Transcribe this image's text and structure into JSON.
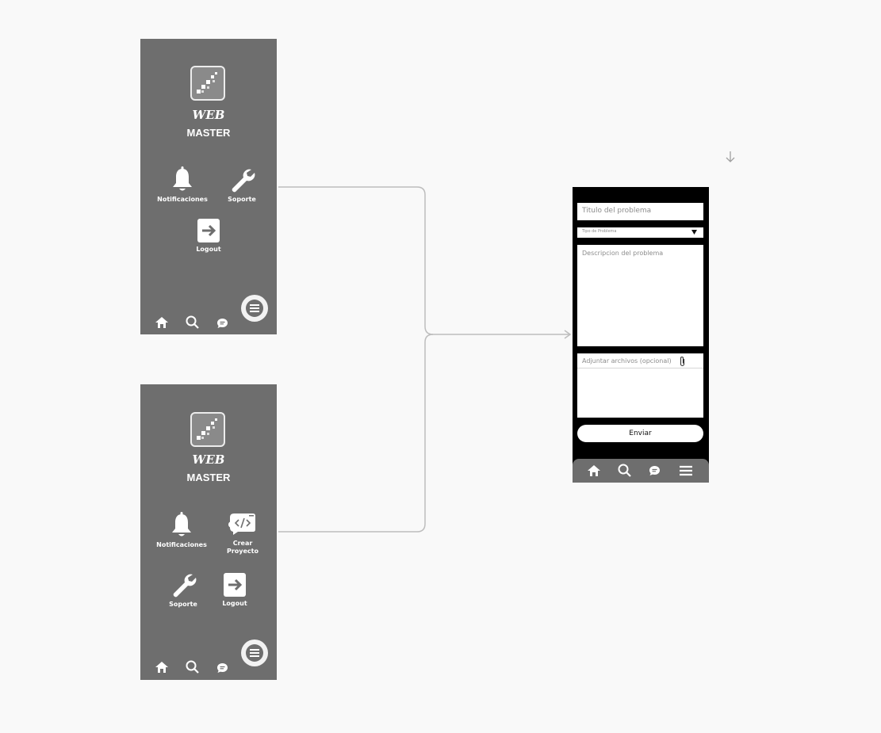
{
  "phone_a": {
    "logo_word": "WEB",
    "logo_sub": "MASTER",
    "items": [
      {
        "label": "Notificaciones",
        "icon": "bell-icon"
      },
      {
        "label": "Soporte",
        "icon": "wrench-icon"
      },
      {
        "label": "Logout",
        "icon": "logout-icon"
      }
    ]
  },
  "phone_b": {
    "logo_word": "WEB",
    "logo_sub": "MASTER",
    "items": [
      {
        "label": "Notificaciones",
        "icon": "bell-icon"
      },
      {
        "label": "Crear\nProyecto",
        "icon": "code-icon"
      },
      {
        "label": "Soporte",
        "icon": "wrench-icon"
      },
      {
        "label": "Logout",
        "icon": "logout-icon"
      }
    ]
  },
  "navbar_icons": [
    "home-icon",
    "search-icon",
    "chat-icon",
    "menu-icon"
  ],
  "form": {
    "title_placeholder": "Titulo del problema",
    "type_placeholder": "Tipo de Problema",
    "description_placeholder": "Descripcion del problema",
    "attach_label": "Adjuntar archivos (opcional)",
    "send_label": "Enviar"
  },
  "colors": {
    "background": "#f9f9f9",
    "phone": "#6e6e6e",
    "form_phone": "#000000",
    "connector": "#bdbdbd"
  }
}
